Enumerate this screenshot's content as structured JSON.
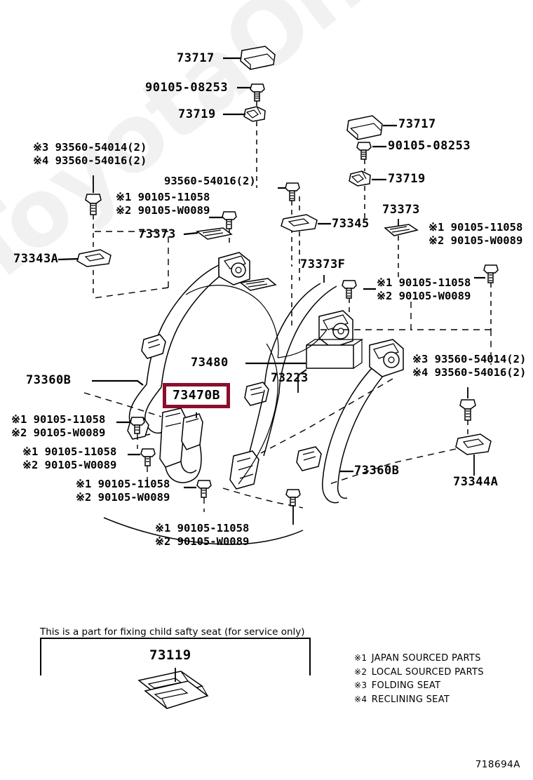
{
  "diagram": {
    "id": "718694A",
    "watermark": "ToyotaOnline.ru"
  },
  "note": {
    "text": "This is a part for fixing child safty seat (for service only)",
    "part": "73119"
  },
  "legend": [
    {
      "mark": "※1",
      "text": "JAPAN SOURCED PARTS"
    },
    {
      "mark": "※2",
      "text": "LOCAL SOURCED PARTS"
    },
    {
      "mark": "※3",
      "text": "FOLDING SEAT"
    },
    {
      "mark": "※4",
      "text": "RECLINING SEAT"
    }
  ],
  "highlight": {
    "part": "73470B",
    "border_color": "#8a0f2c"
  },
  "labels": {
    "l01": "73717",
    "l02": "90105-08253",
    "l03": "73719",
    "l04a": "※3 93560-54014(2)",
    "l04b": "※4 93560-54016(2)",
    "l05": "93560-54016(2)",
    "l06a": "※1 90105-11058",
    "l06b": "※2 90105-W0089",
    "l07": "73373",
    "l08": "73343A",
    "l09": "73717",
    "l10": "90105-08253",
    "l11": "73719",
    "l12": "73373",
    "l13a": "※1 90105-11058",
    "l13b": "※2 90105-W0089",
    "l14": "73345",
    "l15": "73373F",
    "l16a": "※1 90105-11058",
    "l16b": "※2 90105-W0089",
    "l17": "73480",
    "l18": "73223",
    "l19a": "※3 93560-54014(2)",
    "l19b": "※4 93560-54016(2)",
    "l20": "73360B",
    "l21a": "※1 90105-11058",
    "l21b": "※2 90105-W0089",
    "l22a": "※1 90105-11058",
    "l22b": "※2 90105-W0089",
    "l23a": "※1 90105-11058",
    "l23b": "※2 90105-W0089",
    "l24": "73360B",
    "l25": "73344A",
    "l26a": "※1 90105-11058",
    "l26b": "※2 90105-W0089"
  }
}
